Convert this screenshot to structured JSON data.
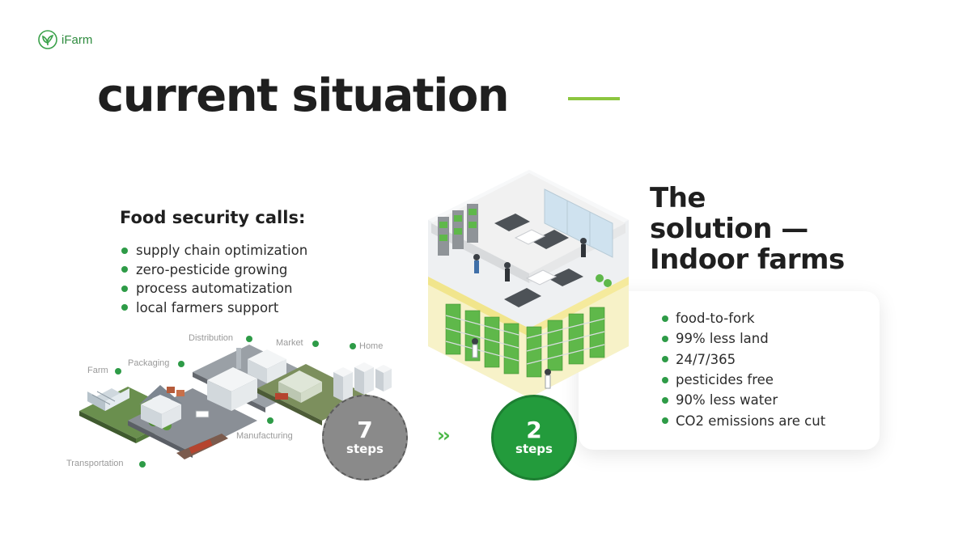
{
  "brand": {
    "name": "iFarm"
  },
  "title": "current situation",
  "colors": {
    "accent_green": "#2e9b47",
    "dash_green": "#8cc63f",
    "steps_gray": "#8a8a8a",
    "steps_green": "#239b3c"
  },
  "food_security": {
    "heading": "Food security calls:",
    "items": [
      "supply chain optimization",
      "zero-pesticide growing",
      "process automatization",
      "local farmers support"
    ]
  },
  "supply_chain_labels": {
    "distribution": "Distribution",
    "market": "Market",
    "home": "Home",
    "packaging": "Packaging",
    "farm": "Farm",
    "manufacturing": "Manufacturing",
    "transportation": "Transportation"
  },
  "steps_current": {
    "number": "7",
    "word": "steps"
  },
  "steps_solution": {
    "number": "2",
    "word": "steps"
  },
  "chevron_icon": "double-chevron-right-icon",
  "solution": {
    "heading": "The\nsolution —\nIndoor farms",
    "items": [
      "food-to-fork",
      "99% less land",
      "24/7/365",
      "pesticides free",
      "90% less water",
      "CO2 emissions are cut"
    ]
  }
}
